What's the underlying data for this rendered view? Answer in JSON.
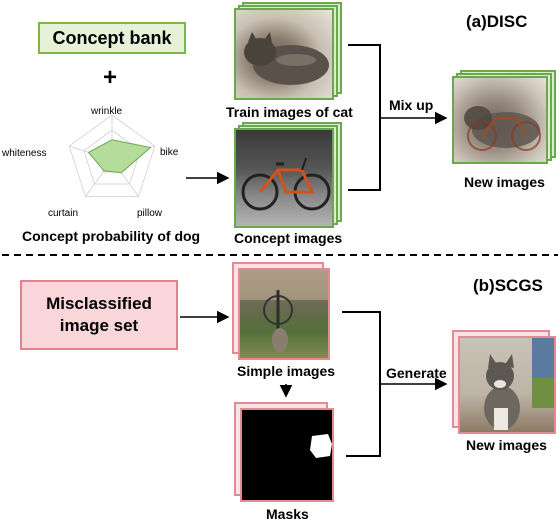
{
  "top": {
    "section_title": "(a)DISC",
    "concept_bank_label": "Concept bank",
    "plus_sign": "+",
    "radar": {
      "axes": [
        "wrinkle",
        "bike",
        "pillow",
        "curtain",
        "whiteness"
      ],
      "values": [
        0.45,
        0.9,
        0.35,
        0.3,
        0.55
      ],
      "fill_color": "#b6dc9c",
      "stroke_color": "#6aa84f"
    },
    "radar_caption": "Concept probability of dog",
    "train_caption": "Train images of cat",
    "concept_caption": "Concept images",
    "mixup_label": "Mix up",
    "new_images_caption": "New images",
    "accent_color": "#7ab648"
  },
  "divider": {
    "style": "dashed"
  },
  "bottom": {
    "section_title": "(b)SCGS",
    "misclassified_label_line1": "Misclassified",
    "misclassified_label_line2": "image set",
    "simple_caption": "Simple images",
    "masks_caption": "Masks",
    "generate_label": "Generate",
    "new_images_caption": "New images",
    "accent_color": "#e3828c"
  }
}
